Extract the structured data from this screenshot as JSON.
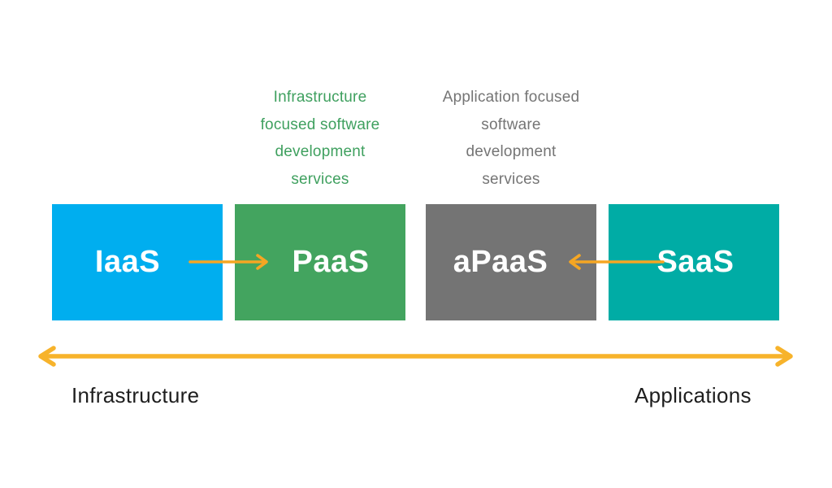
{
  "annotations": [
    {
      "name": "infrastructure-focused-note",
      "lines": [
        "Infrastructure",
        "focused software",
        "development",
        "services"
      ],
      "color": "#3FA05F"
    },
    {
      "name": "application-focused-note",
      "lines": [
        "Application focused",
        "software",
        "development",
        "services"
      ],
      "color": "#757575"
    }
  ],
  "boxes": [
    {
      "label": "IaaS",
      "color": "#00AEEF"
    },
    {
      "label": "PaaS",
      "color": "#43A45F"
    },
    {
      "label": "aPaaS",
      "color": "#747474"
    },
    {
      "label": "SaaS",
      "color": "#00ACA5"
    }
  ],
  "arrows": {
    "iaas_to_paas": {
      "direction": "right",
      "color": "#F5A623"
    },
    "saas_to_apaas": {
      "direction": "left",
      "color": "#F5A623"
    },
    "axis": {
      "direction": "both",
      "color": "#F7B32B"
    }
  },
  "axis": {
    "left_label": "Infrastructure",
    "right_label": "Applications",
    "label_color": "#1E1E1E"
  }
}
